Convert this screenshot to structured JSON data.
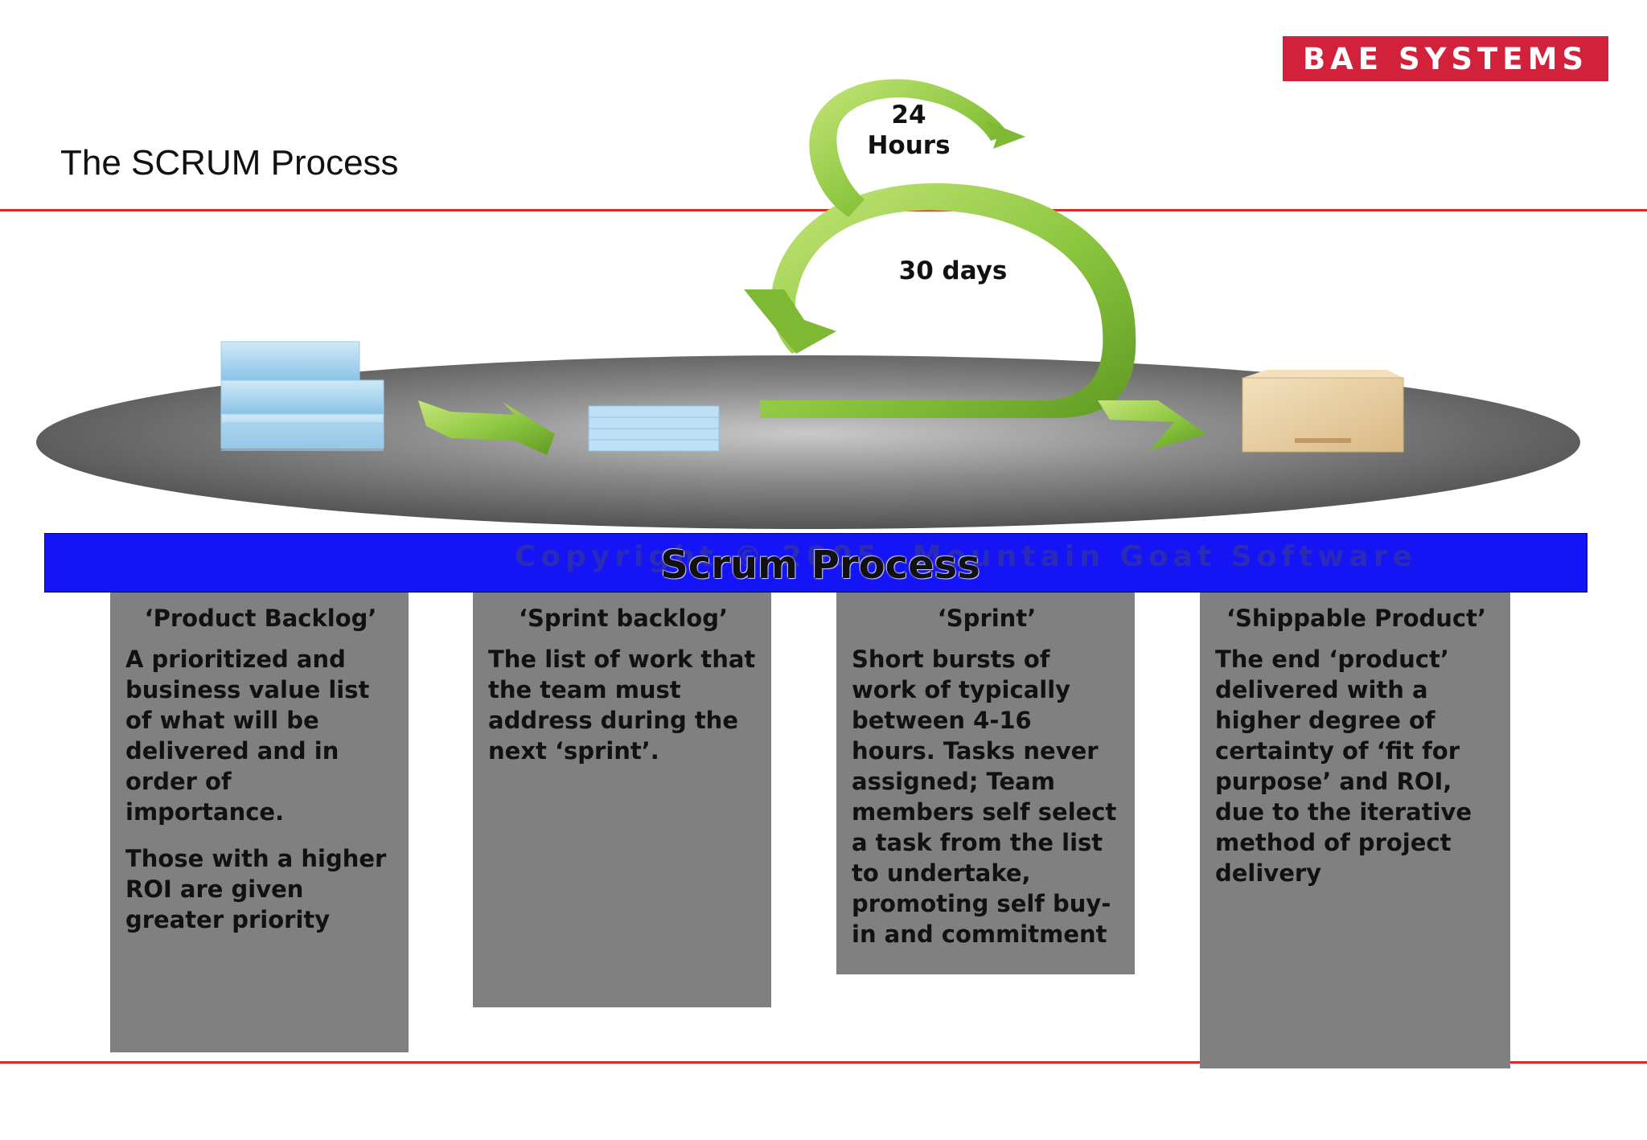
{
  "slide": {
    "title": "The SCRUM Process",
    "logo": "BAE SYSTEMS"
  },
  "cycle": {
    "daily": "24 Hours",
    "sprint": "30 days"
  },
  "banner": {
    "title": "Scrum Process",
    "watermark": "Copyright © 2005, Mountain Goat Software"
  },
  "columns": [
    {
      "heading": "‘Product Backlog’",
      "paragraphs": [
        "A prioritized and business value list of what will be delivered and in order of importance.",
        "Those with a higher ROI are given greater priority"
      ]
    },
    {
      "heading": "‘Sprint backlog’",
      "paragraphs": [
        "The list of work that the team must address during the next ‘sprint’."
      ]
    },
    {
      "heading": "‘Sprint’",
      "paragraphs": [
        "Short bursts of work of typically between 4-16 hours. Tasks never assigned; Team members self select a task from the list to undertake, promoting self buy-in and commitment"
      ]
    },
    {
      "heading": "‘Shippable Product’",
      "paragraphs": [
        "The end ‘product’ delivered with a higher degree of certainty of ‘fit for purpose’ and ROI, due to the iterative method of project delivery"
      ]
    }
  ],
  "colors": {
    "rule": "#d92b2b",
    "logo_bg": "#d2213a",
    "banner_bg": "#1414f5",
    "column_bg": "#808080",
    "arrow_green": "#8cc63f",
    "stack_blue": "#a9d4ee",
    "box_tan": "#e8cfa0"
  }
}
